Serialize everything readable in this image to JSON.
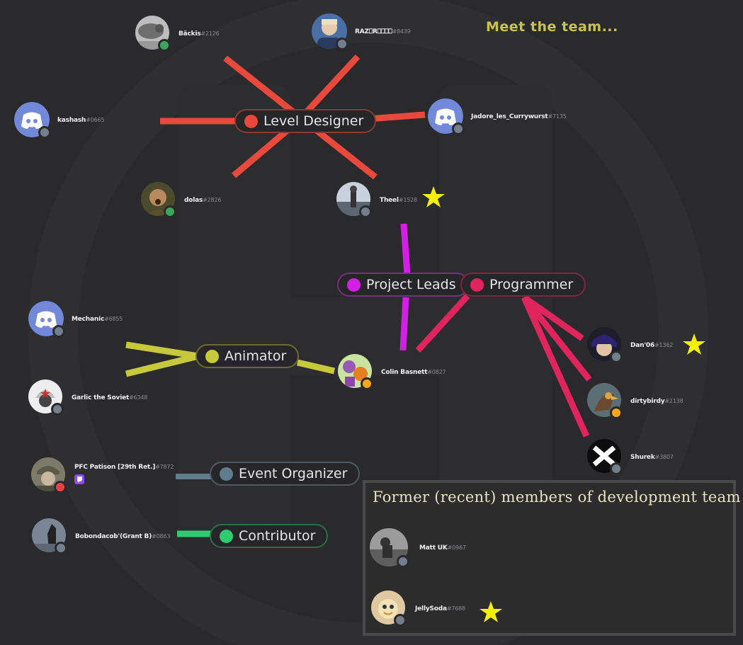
{
  "headline": "Meet the team...",
  "former": {
    "title": "Former (recent) members of development team"
  },
  "colors": {
    "background": "#2a2a2c",
    "level_designer": "#e8493c",
    "project_leads": "#d51fe6",
    "programmer": "#e0245e",
    "animator": "#c8c93a",
    "event_organizer": "#5f7d8e",
    "contributor": "#2ecc71",
    "star": "#f3ef00"
  },
  "roles": {
    "level_designer": "Level Designer",
    "project_leads": "Project Leads",
    "programmer": "Programmer",
    "animator": "Animator",
    "event_organizer": "Event Organizer",
    "contributor": "Contributor"
  },
  "members": {
    "backis": {
      "name": "Bäckis",
      "tag": "#2126",
      "status": "online",
      "avatar": "photo-grey"
    },
    "razor": {
      "name": "RAZ⎕R⎕⎕⎕⎕",
      "tag": "#8439",
      "status": "offline",
      "avatar": "photo-person"
    },
    "kashash": {
      "name": "kashash",
      "tag": "#0665",
      "status": "offline",
      "avatar": "discord-default"
    },
    "jadore": {
      "name": "Jadore_les_Currywurst",
      "tag": "#7135",
      "status": "offline",
      "avatar": "discord-default"
    },
    "dolas": {
      "name": "dolas",
      "tag": "#2826",
      "status": "online",
      "avatar": "photo-face"
    },
    "theel": {
      "name": "Theel",
      "tag": "#1528",
      "status": "offline",
      "avatar": "photo-figure",
      "star": true
    },
    "mechanic": {
      "name": "Mechanic",
      "tag": "#6855",
      "status": "offline",
      "avatar": "discord-default"
    },
    "garlic": {
      "name": "Garlic the Soviet",
      "tag": "#6348",
      "status": "offline",
      "avatar": "drawing-soldier"
    },
    "colin": {
      "name": "Colin Basnett",
      "tag": "#0827",
      "status": "idle",
      "avatar": "drawing-colorful"
    },
    "dan": {
      "name": "Dan'06",
      "tag": "#1362",
      "status": "offline",
      "avatar": "anime-dark",
      "star": true
    },
    "dirtybirdy": {
      "name": "dirtybirdy",
      "tag": "#2138",
      "status": "idle",
      "avatar": "drawing-bird"
    },
    "shurek": {
      "name": "Shurek",
      "tag": "#3807",
      "status": "offline",
      "avatar": "white-x"
    },
    "pfc": {
      "name": "PFC Patison [29th Ret.]",
      "tag": "#7872",
      "status": "dnd",
      "avatar": "photo-soldier",
      "badge": "twitch-icon"
    },
    "bobondacob": {
      "name": "Bobondacob'(Grant B)",
      "tag": "#0863",
      "status": "offline",
      "avatar": "silhouette"
    },
    "mattuk": {
      "name": "Matt UK",
      "tag": "#0967",
      "status": "offline",
      "avatar": "photo-bw"
    },
    "jellysoda": {
      "name": "JellySoda",
      "tag": "#7688",
      "status": "offline",
      "avatar": "drawing-cartoon",
      "star": true
    }
  }
}
